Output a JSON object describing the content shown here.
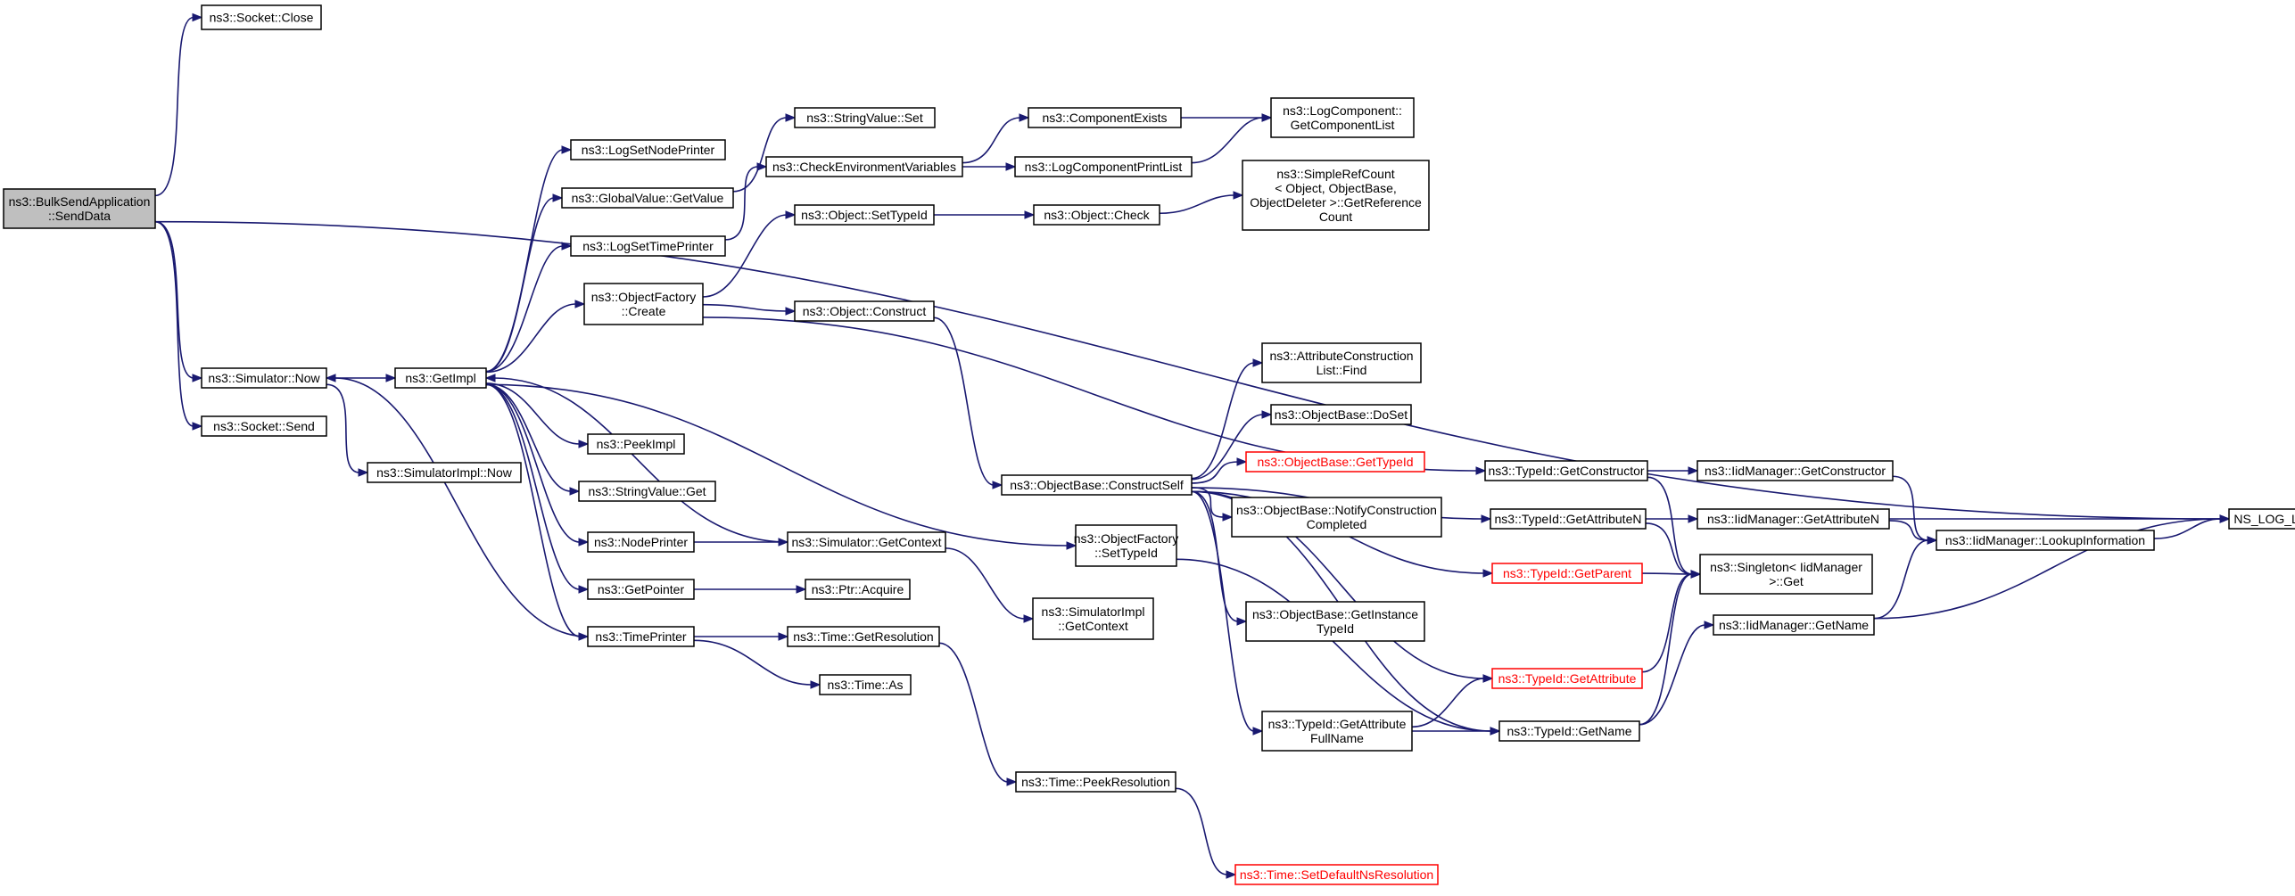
{
  "nodes": [
    {
      "id": "bsa",
      "lines": [
        "ns3::BulkSendApplication",
        "::SendData"
      ],
      "style": "root"
    },
    {
      "id": "sclose",
      "lines": [
        "ns3::Socket::Close"
      ]
    },
    {
      "id": "snow",
      "lines": [
        "ns3::Simulator::Now"
      ]
    },
    {
      "id": "ssend",
      "lines": [
        "ns3::Socket::Send"
      ]
    },
    {
      "id": "getimpl",
      "lines": [
        "ns3::GetImpl"
      ]
    },
    {
      "id": "simimplnow",
      "lines": [
        "ns3::SimulatorImpl::Now"
      ]
    },
    {
      "id": "logsetnode",
      "lines": [
        "ns3::LogSetNodePrinter"
      ]
    },
    {
      "id": "gvget",
      "lines": [
        "ns3::GlobalValue::GetValue"
      ]
    },
    {
      "id": "logsettime",
      "lines": [
        "ns3::LogSetTimePrinter"
      ]
    },
    {
      "id": "ofcreate",
      "lines": [
        "ns3::ObjectFactory",
        "::Create"
      ]
    },
    {
      "id": "peekimpl",
      "lines": [
        "ns3::PeekImpl"
      ]
    },
    {
      "id": "svget",
      "lines": [
        "ns3::StringValue::Get"
      ]
    },
    {
      "id": "nodeprinter",
      "lines": [
        "ns3::NodePrinter"
      ]
    },
    {
      "id": "getpointer",
      "lines": [
        "ns3::GetPointer"
      ]
    },
    {
      "id": "timeprinter",
      "lines": [
        "ns3::TimePrinter"
      ]
    },
    {
      "id": "svset",
      "lines": [
        "ns3::StringValue::Set"
      ]
    },
    {
      "id": "checkenv",
      "lines": [
        "ns3::CheckEnvironmentVariables"
      ]
    },
    {
      "id": "objsettype",
      "lines": [
        "ns3::Object::SetTypeId"
      ]
    },
    {
      "id": "objconstruct",
      "lines": [
        "ns3::Object::Construct"
      ]
    },
    {
      "id": "simgetctx",
      "lines": [
        "ns3::Simulator::GetContext"
      ]
    },
    {
      "id": "ptracquire",
      "lines": [
        "ns3::Ptr::Acquire"
      ]
    },
    {
      "id": "timegetres",
      "lines": [
        "ns3::Time::GetResolution"
      ]
    },
    {
      "id": "timeas",
      "lines": [
        "ns3::Time::As"
      ]
    },
    {
      "id": "compexists",
      "lines": [
        "ns3::ComponentExists"
      ]
    },
    {
      "id": "logcompprint",
      "lines": [
        "ns3::LogComponentPrintList"
      ]
    },
    {
      "id": "objcheck",
      "lines": [
        "ns3::Object::Check"
      ]
    },
    {
      "id": "obconstructself",
      "lines": [
        "ns3::ObjectBase::ConstructSelf"
      ]
    },
    {
      "id": "ofsettype",
      "lines": [
        "ns3::ObjectFactory",
        "::SetTypeId"
      ]
    },
    {
      "id": "simimplgetctx",
      "lines": [
        "ns3::SimulatorImpl",
        "::GetContext"
      ]
    },
    {
      "id": "timepeekres",
      "lines": [
        "ns3::Time::PeekResolution"
      ]
    },
    {
      "id": "logcompget",
      "lines": [
        "ns3::LogComponent::",
        "GetComponentList"
      ]
    },
    {
      "id": "srcget",
      "lines": [
        "ns3::SimpleRefCount",
        "< Object, ObjectBase,",
        "ObjectDeleter >::GetReference",
        "Count"
      ]
    },
    {
      "id": "acfind",
      "lines": [
        "ns3::AttributeConstruction",
        "List::Find"
      ]
    },
    {
      "id": "obdoset",
      "lines": [
        "ns3::ObjectBase::DoSet"
      ]
    },
    {
      "id": "obgettype",
      "lines": [
        "ns3::ObjectBase::GetTypeId"
      ],
      "style": "red"
    },
    {
      "id": "obnotify",
      "lines": [
        "ns3::ObjectBase::NotifyConstruction",
        "Completed"
      ]
    },
    {
      "id": "obgetinst",
      "lines": [
        "ns3::ObjectBase::GetInstance",
        "TypeId"
      ]
    },
    {
      "id": "tigetattrfull",
      "lines": [
        "ns3::TypeId::GetAttribute",
        "FullName"
      ]
    },
    {
      "id": "timesetdef",
      "lines": [
        "ns3::Time::SetDefaultNsResolution"
      ],
      "style": "red"
    },
    {
      "id": "tigetctor",
      "lines": [
        "ns3::TypeId::GetConstructor"
      ]
    },
    {
      "id": "tigetattrn",
      "lines": [
        "ns3::TypeId::GetAttributeN"
      ]
    },
    {
      "id": "tigetparent",
      "lines": [
        "ns3::TypeId::GetParent"
      ],
      "style": "red"
    },
    {
      "id": "tigetattr",
      "lines": [
        "ns3::TypeId::GetAttribute"
      ],
      "style": "red"
    },
    {
      "id": "tigetname",
      "lines": [
        "ns3::TypeId::GetName"
      ]
    },
    {
      "id": "iidgetctor",
      "lines": [
        "ns3::IidManager::GetConstructor"
      ]
    },
    {
      "id": "iidgetattrn",
      "lines": [
        "ns3::IidManager::GetAttributeN"
      ]
    },
    {
      "id": "singleton",
      "lines": [
        "ns3::Singleton< IidManager",
        ">::Get"
      ]
    },
    {
      "id": "iidgetname",
      "lines": [
        "ns3::IidManager::GetName"
      ]
    },
    {
      "id": "iidlookup",
      "lines": [
        "ns3::IidManager::LookupInformation"
      ]
    },
    {
      "id": "nslog",
      "lines": [
        "NS_LOG_LOGIC"
      ]
    }
  ],
  "edges": [
    [
      "bsa",
      "sclose"
    ],
    [
      "bsa",
      "nslog"
    ],
    [
      "bsa",
      "snow"
    ],
    [
      "bsa",
      "ssend"
    ],
    [
      "snow",
      "getimpl"
    ],
    [
      "snow",
      "simimplnow"
    ],
    [
      "getimpl",
      "logsetnode"
    ],
    [
      "getimpl",
      "gvget"
    ],
    [
      "getimpl",
      "logsettime"
    ],
    [
      "getimpl",
      "ofcreate"
    ],
    [
      "getimpl",
      "peekimpl"
    ],
    [
      "getimpl",
      "svget"
    ],
    [
      "getimpl",
      "nodeprinter"
    ],
    [
      "getimpl",
      "getpointer"
    ],
    [
      "getimpl",
      "timeprinter"
    ],
    [
      "getimpl",
      "ofsettype"
    ],
    [
      "gvget",
      "svset"
    ],
    [
      "logsettime",
      "checkenv"
    ],
    [
      "ofcreate",
      "objsettype"
    ],
    [
      "ofcreate",
      "objconstruct"
    ],
    [
      "ofcreate",
      "tigetctor"
    ],
    [
      "nodeprinter",
      "simgetctx"
    ],
    [
      "simgetctx",
      "getimpl"
    ],
    [
      "simgetctx",
      "simimplgetctx"
    ],
    [
      "getpointer",
      "ptracquire"
    ],
    [
      "timeprinter",
      "timegetres"
    ],
    [
      "timeprinter",
      "timeas"
    ],
    [
      "timeprinter",
      "snow"
    ],
    [
      "checkenv",
      "compexists"
    ],
    [
      "checkenv",
      "logcompprint"
    ],
    [
      "objsettype",
      "objcheck"
    ],
    [
      "objconstruct",
      "obconstructself"
    ],
    [
      "timegetres",
      "timepeekres"
    ],
    [
      "compexists",
      "logcompget"
    ],
    [
      "logcompprint",
      "logcompget"
    ],
    [
      "objcheck",
      "srcget"
    ],
    [
      "obconstructself",
      "acfind"
    ],
    [
      "obconstructself",
      "obdoset"
    ],
    [
      "obconstructself",
      "obgettype"
    ],
    [
      "obconstructself",
      "obnotify"
    ],
    [
      "obconstructself",
      "obgetinst"
    ],
    [
      "obconstructself",
      "tigetattrfull"
    ],
    [
      "obconstructself",
      "tigetattrn"
    ],
    [
      "obconstructself",
      "tigetparent"
    ],
    [
      "obconstructself",
      "tigetattr"
    ],
    [
      "obconstructself",
      "tigetname"
    ],
    [
      "ofsettype",
      "tigetname"
    ],
    [
      "timepeekres",
      "timesetdef"
    ],
    [
      "tigetattrfull",
      "tigetattr"
    ],
    [
      "tigetattrfull",
      "tigetname"
    ],
    [
      "tigetctor",
      "iidgetctor"
    ],
    [
      "tigetctor",
      "singleton"
    ],
    [
      "tigetattrn",
      "iidgetattrn"
    ],
    [
      "tigetattrn",
      "singleton"
    ],
    [
      "tigetparent",
      "singleton"
    ],
    [
      "tigetattr",
      "singleton"
    ],
    [
      "tigetname",
      "singleton"
    ],
    [
      "tigetname",
      "iidgetname"
    ],
    [
      "iidgetctor",
      "iidlookup"
    ],
    [
      "iidgetattrn",
      "iidlookup"
    ],
    [
      "iidgetattrn",
      "nslog"
    ],
    [
      "iidgetname",
      "iidlookup"
    ],
    [
      "iidgetname",
      "nslog"
    ],
    [
      "iidlookup",
      "nslog"
    ]
  ],
  "colors": {
    "edge": "#191970",
    "root_fill": "#bfbfbf",
    "red_node": "#ff0000"
  }
}
